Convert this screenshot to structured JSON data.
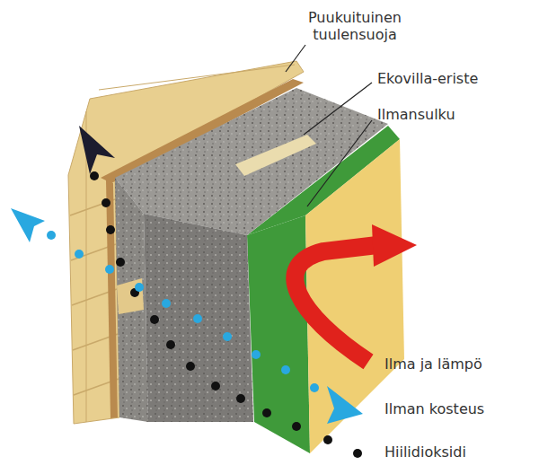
{
  "diagram": {
    "labels": [
      "Puukuituinen tuulensuoja",
      "Ekovilla-eriste",
      "Ilmansulku",
      "Ilma ja lämpö",
      "Ilman kosteus",
      "Hiilidioksidi"
    ]
  }
}
